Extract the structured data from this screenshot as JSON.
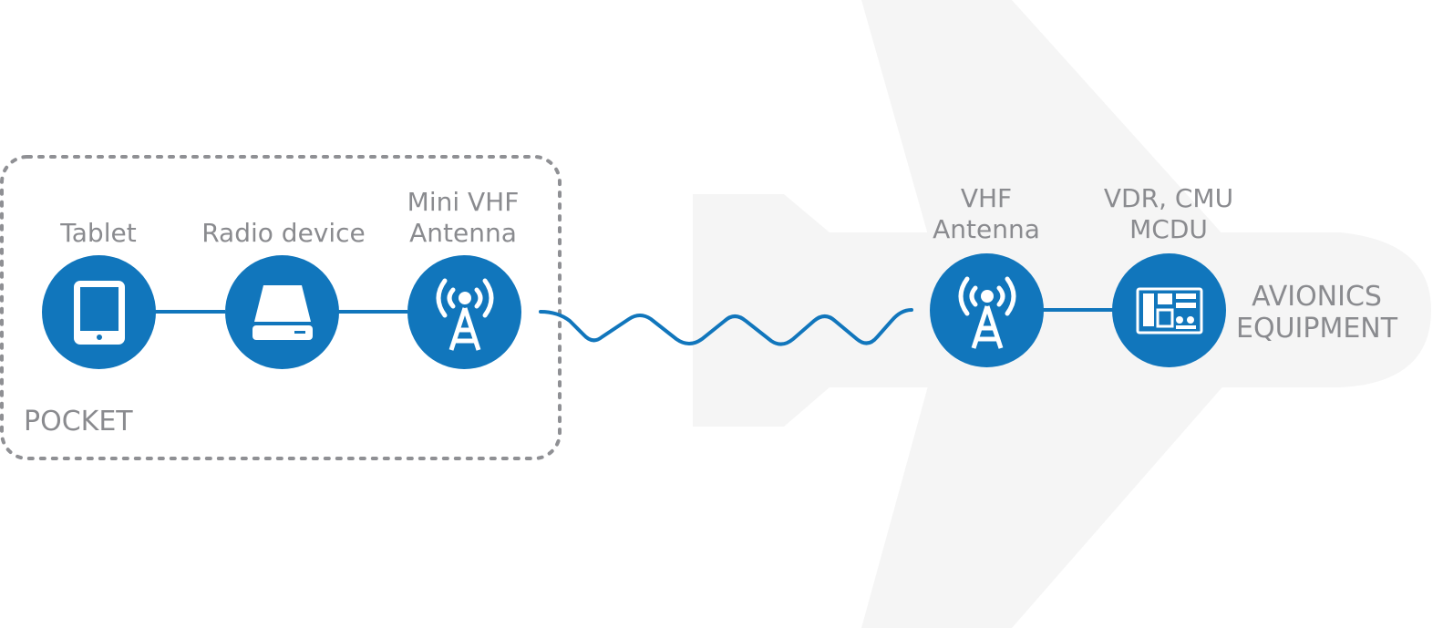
{
  "pocket": {
    "title": "POCKET",
    "nodes": {
      "tablet": "Tablet",
      "radio": "Radio device",
      "mini_antenna_line1": "Mini VHF",
      "mini_antenna_line2": "Antenna"
    }
  },
  "aircraft": {
    "vhf_line1": "VHF",
    "vhf_line2": "Antenna",
    "vdr_line1": "VDR, CMU",
    "vdr_line2": "MCDU",
    "avionics_line1": "AVIONICS",
    "avionics_line2": "EQUIPMENT"
  },
  "colors": {
    "node_blue": "#1176bc",
    "label_gray": "#8a8b8f",
    "plane_gray": "#f5f5f5",
    "dash_gray": "#8f9094"
  }
}
